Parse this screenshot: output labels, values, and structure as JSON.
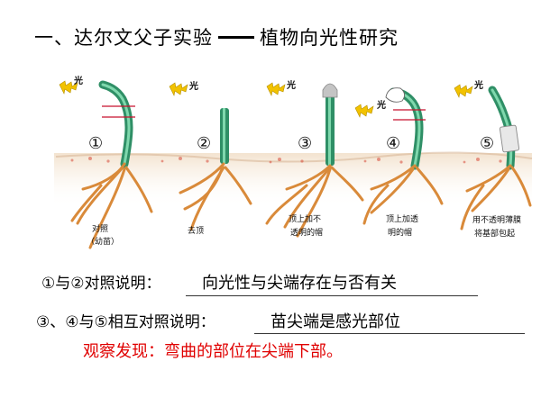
{
  "title": {
    "part1": "一、达尔文父子实验",
    "part2": "植物向光性研究"
  },
  "panels": [
    {
      "number": "①",
      "light_label": "光",
      "caption_lines": [
        "对照",
        "（幼苗）"
      ]
    },
    {
      "number": "②",
      "light_label": "光",
      "caption_lines": [
        "去顶"
      ]
    },
    {
      "number": "③",
      "light_label": "光",
      "caption_lines": [
        "顶上加不",
        "透明的帽"
      ]
    },
    {
      "number": "④",
      "light_label": "光",
      "caption_lines": [
        "顶上加透",
        "明的帽"
      ]
    },
    {
      "number": "⑤",
      "light_label": "光",
      "caption_lines": [
        "用不透明薄膜",
        "将基部包起"
      ]
    }
  ],
  "conclusions": [
    {
      "question": "①与②对照说明：",
      "answer": "向光性与尖端存在与否有关"
    },
    {
      "question": "③、④与⑤相互对照说明：",
      "answer": "苗尖端是感光部位"
    }
  ],
  "observation": "观察发现：弯曲的部位在尖端下部。",
  "colors": {
    "seedling": "#3ea87a",
    "root": "#d98a3a",
    "soil": "#f1dcc7",
    "marker": "#c8102e",
    "observation": "#e00000"
  }
}
